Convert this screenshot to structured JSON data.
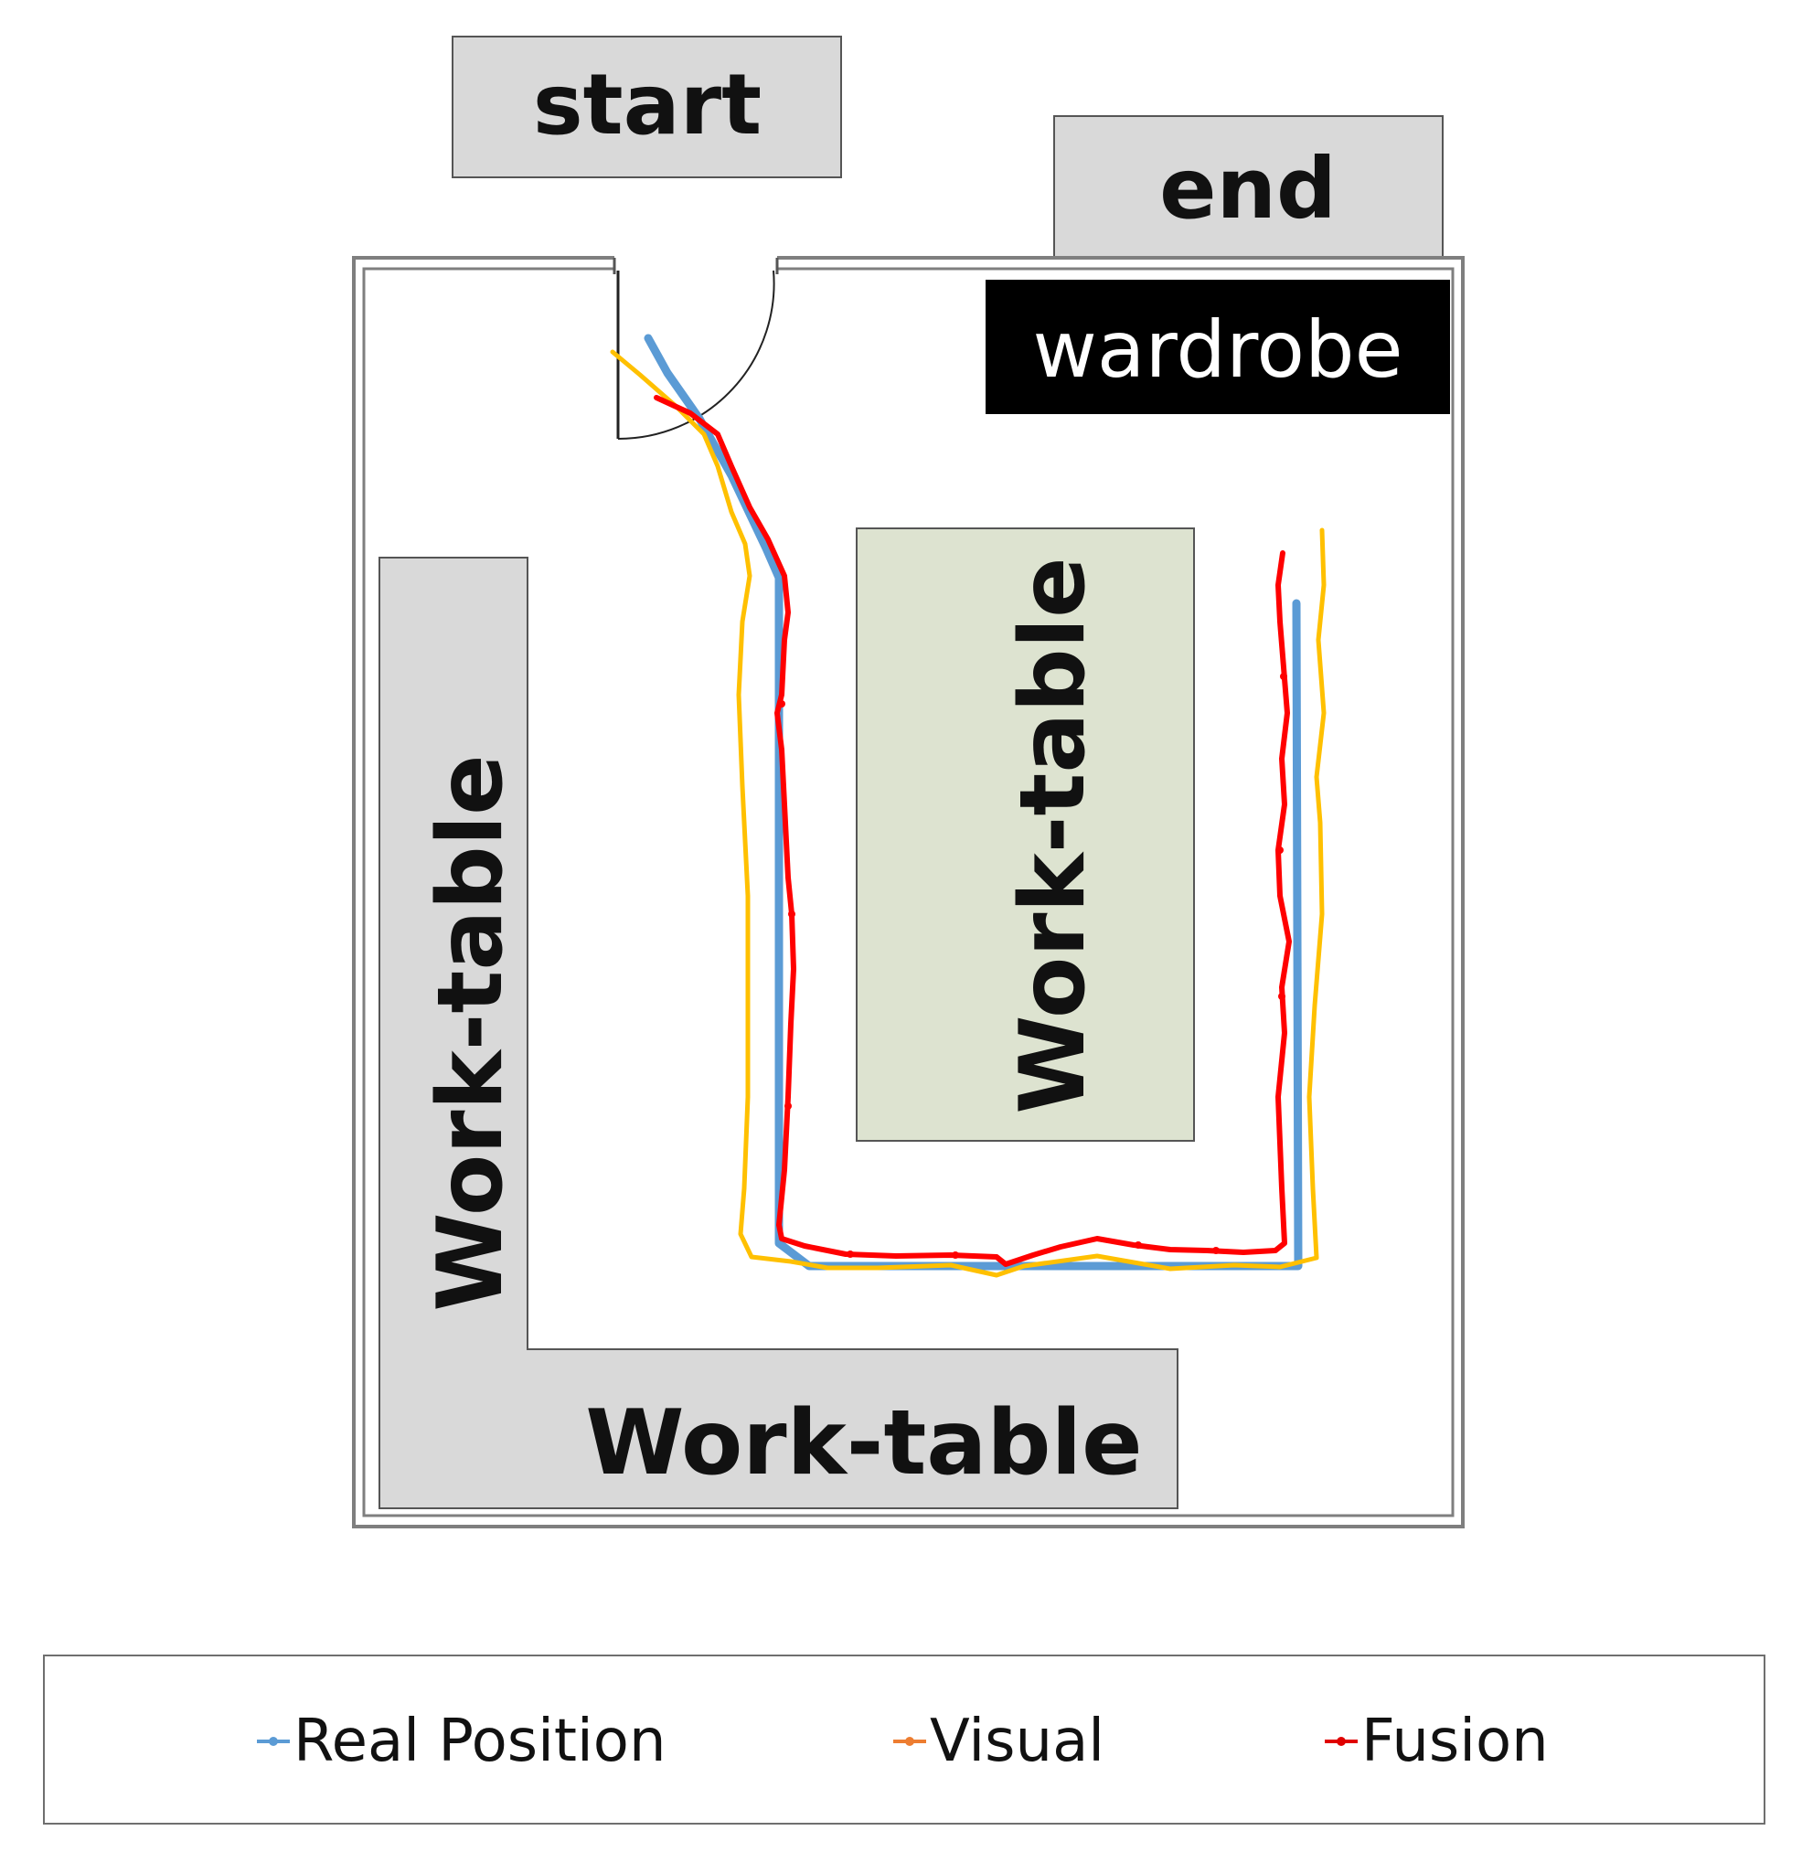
{
  "labels": {
    "start": "start",
    "end": "end",
    "wardrobe": "wardrobe",
    "work_table_left": "Work-table",
    "work_table_center": "Work-table",
    "work_table_bottom": "Work-table"
  },
  "legend": [
    {
      "name": "Real Position",
      "color": "#5b9bd5"
    },
    {
      "name": "Visual",
      "color": "#ed7d31"
    },
    {
      "name": "Fusion",
      "color": "#e00000"
    }
  ],
  "colors": {
    "real": "#5b9bd5",
    "visual": "#ffc000",
    "fusion": "#ff0000",
    "wall": "#7f7f7f",
    "furniture": "#d9d9d9",
    "center_table": "#dde3d0",
    "wardrobe": "#000000"
  }
}
